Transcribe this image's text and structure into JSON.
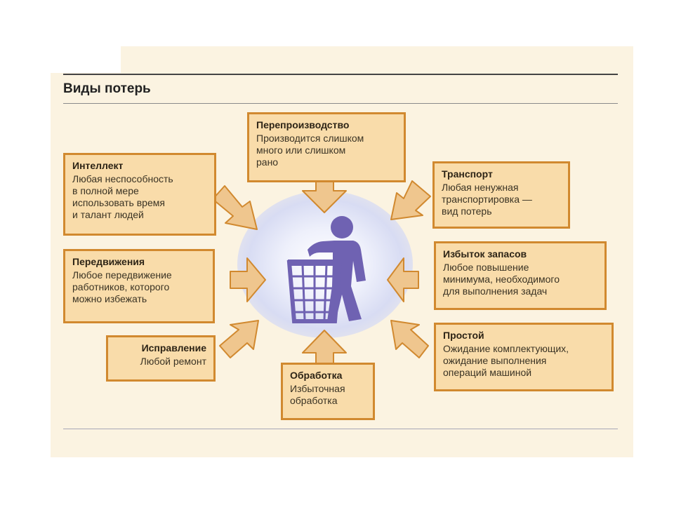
{
  "title": "Виды потерь",
  "colors": {
    "box_fill": "#f9dcaa",
    "box_border": "#d1892f",
    "arrow_fill": "#efc68e",
    "figure": "#6f62b2",
    "panel": "#fbf3e1"
  },
  "center_icon": "trash-bin-person-icon",
  "boxes": {
    "overproduction": {
      "head": "Перепроизводство",
      "lines": [
        "Производится слишком",
        "много или слишком",
        "рано"
      ]
    },
    "intellect": {
      "head": "Интеллект",
      "lines": [
        "Любая неспособность",
        "в полной мере",
        "использовать время",
        "и талант людей"
      ]
    },
    "transport": {
      "head": "Транспорт",
      "lines": [
        "Любая ненужная",
        "транспортировка —",
        "вид потерь"
      ]
    },
    "movement": {
      "head": "Передвижения",
      "lines": [
        "Любое передвижение",
        "работников, которого",
        "можно избежать"
      ]
    },
    "inventory": {
      "head": "Избыток запасов",
      "lines": [
        "Любое повышение",
        "минимума, необходимого",
        "для выполнения задач"
      ]
    },
    "correction": {
      "head": "Исправление",
      "lines": [
        "Любой ремонт"
      ]
    },
    "processing": {
      "head": "Обработка",
      "lines": [
        "Избыточная",
        "обработка"
      ]
    },
    "downtime": {
      "head": "Простой",
      "lines": [
        "Ожидание комплектующих,",
        "ожидание выполнения",
        "операций машиной"
      ]
    }
  }
}
